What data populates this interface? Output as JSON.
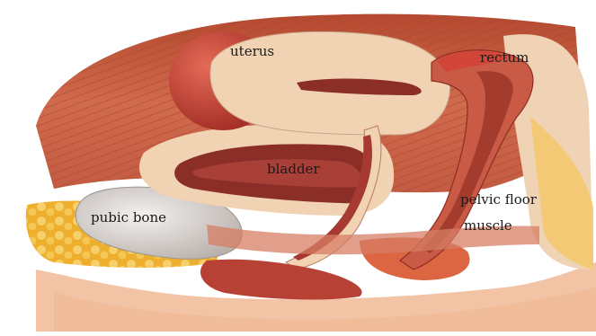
{
  "labels": {
    "uterus": "uterus",
    "rectum": "rectum",
    "bladder": "bladder",
    "pubic_bone": "pubic bone",
    "pelvic_floor_line1": "pelvic floor",
    "pelvic_floor_line2": "muscle"
  },
  "colors": {
    "muscle": "#c65d43",
    "muscle_light": "#e2937a",
    "organ_wall": "#f1d3b3",
    "organ_inner": "#8c2e28",
    "fat": "#f0b83a",
    "bone": "#d9d3cf",
    "skin": "#f2c3a4"
  }
}
